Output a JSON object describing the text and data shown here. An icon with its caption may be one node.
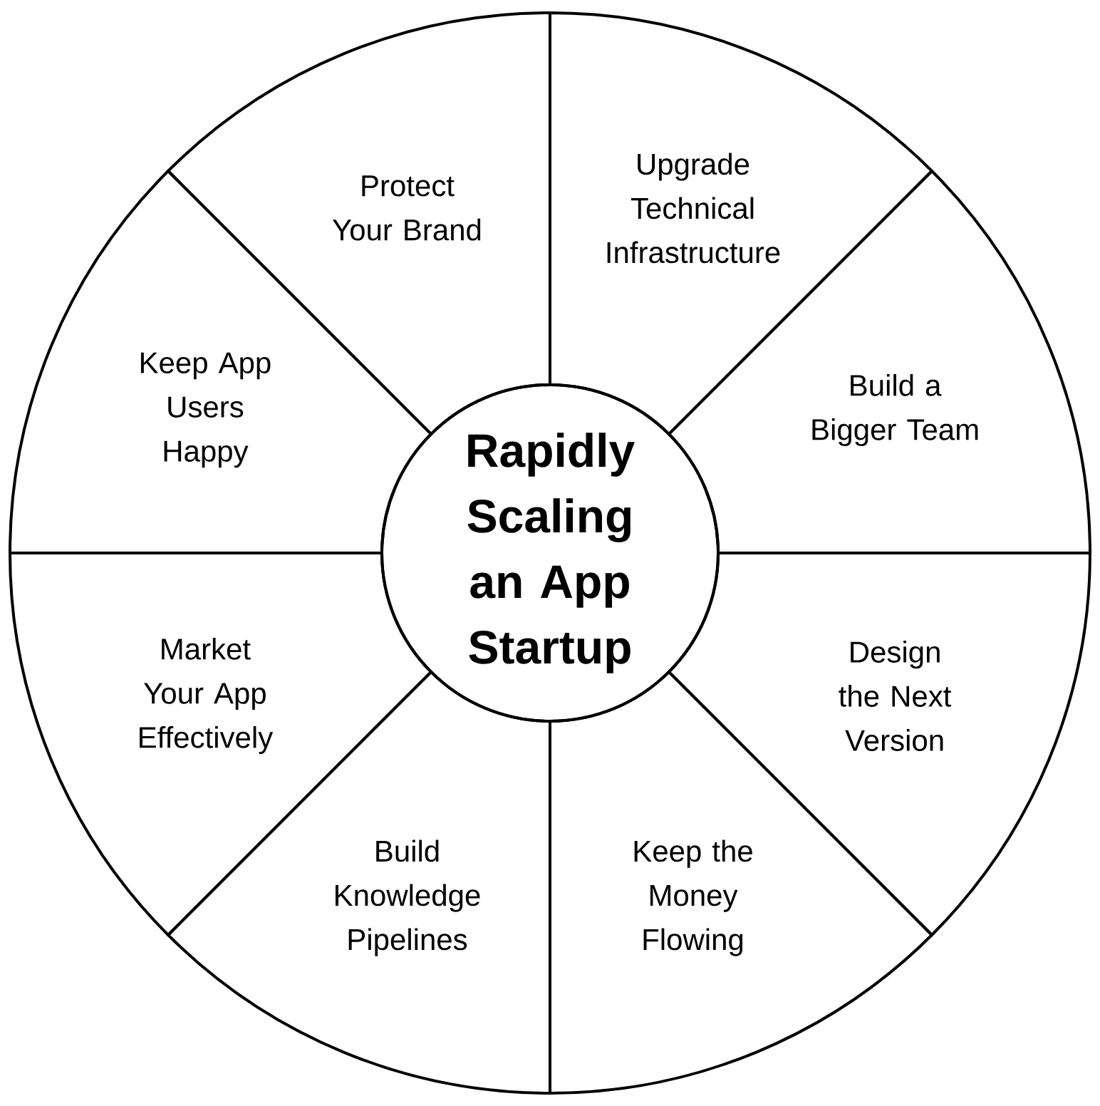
{
  "diagram": {
    "nodes": [
      {
        "text": [
          "Rapidly Scaling an App Startup"
        ]
      },
      {
        "text": [
          "Protect Your Brand"
        ]
      },
      {
        "text": [
          "Upgrade Technical Infrastructure"
        ]
      },
      {
        "text": [
          "Build a Bigger Team"
        ]
      },
      {
        "text": [
          "Design the Next Version"
        ]
      },
      {
        "text": [
          "Keep the Money Flowing"
        ]
      },
      {
        "text": [
          "Build Knowledge Pipelines"
        ]
      },
      {
        "text": [
          "Market Your App Effectively"
        ]
      },
      {
        "text": [
          "Keep App Users Happy"
        ]
      }
    ]
  }
}
